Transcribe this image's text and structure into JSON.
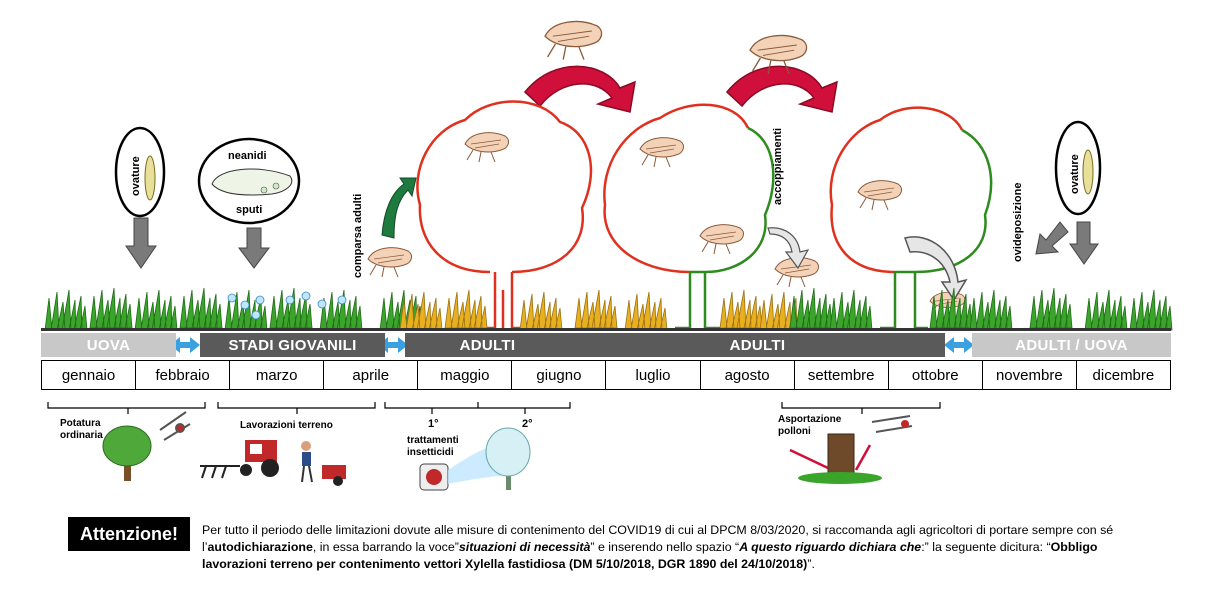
{
  "stages": {
    "uova": "UOVA",
    "stadi_giovanili": "STADI GIOVANILI",
    "adulti_1": "ADULTI",
    "adulti_2": "ADULTI",
    "adulti_uova": "ADULTI / UOVA"
  },
  "months": [
    "gennaio",
    "febbraio",
    "marzo",
    "aprile",
    "maggio",
    "giugno",
    "luglio",
    "agosto",
    "settembre",
    "ottobre",
    "novembre",
    "dicembre"
  ],
  "bubbles": {
    "ovature_left": "ovature",
    "ovature_right": "ovature",
    "neanidi": "neanidi",
    "sputi": "sputi"
  },
  "events": {
    "comparsa_adulti": "comparsa adulti",
    "accoppiamenti": "accoppiamenti",
    "ovideposizione": "ovideposizione"
  },
  "practices": {
    "potatura": "Potatura ordinaria",
    "lavorazioni": "Lavorazioni terreno",
    "first": "1°",
    "second": "2°",
    "trattamenti": "trattamenti insetticidi",
    "asportazione": "Asportazione polloni"
  },
  "notice": {
    "badge": "Attenzione!",
    "t1": "Per tutto il periodo delle limitazioni dovute alle misure di contenimento del COVID19 di cui al DPCM 8/03/2020, si raccomanda agli agricoltori di portare sempre con sé l’",
    "t2": "autodichiarazione",
    "t3": ", in essa barrando la voce”",
    "t4": "situazioni di necessità",
    "t5": "” e inserendo nello spazio “",
    "t6": "A questo riguardo dichiara che",
    "t7": ":” la seguente dicitura: “",
    "t8": "Obbligo lavorazioni terreno per contenimento vettori Xylella fastidiosa (DM 5/10/2018, DGR 1890 del 24/10/2018)",
    "t9": "”."
  },
  "colors": {
    "stage_light": "#c8c8c8",
    "stage_dark": "#5a5a5a",
    "arrow_red": "#d0103a",
    "arrow_green": "#1f7a3f",
    "tree_red": "#e0301e",
    "tree_green": "#2e8b1e",
    "grass_green": "#3aa52a",
    "grass_yellow": "#e8b020",
    "blue_arrow": "#3aa0e0"
  }
}
